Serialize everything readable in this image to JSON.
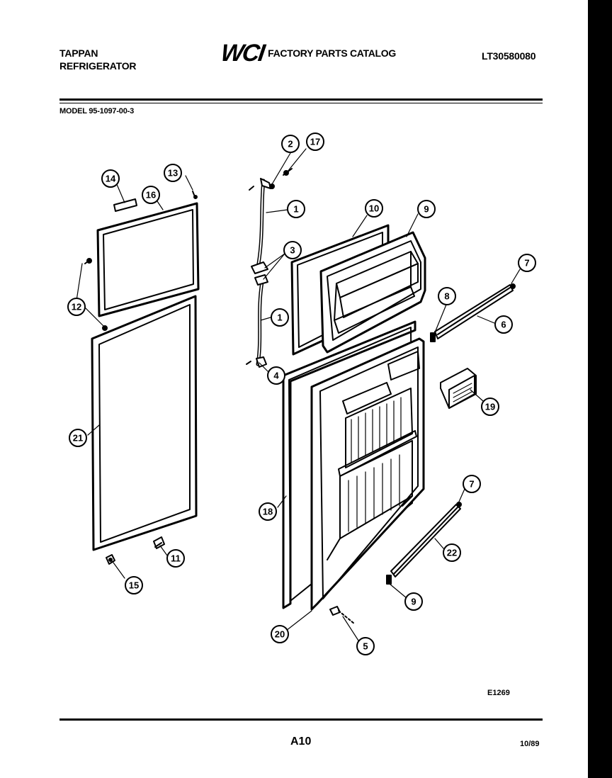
{
  "header": {
    "brand_line1": "TAPPAN",
    "brand_line2": "REFRIGERATOR",
    "logo": "WCI",
    "catalog_title": "FACTORY PARTS CATALOG",
    "catalog_number": "LT30580080"
  },
  "model_label": "MODEL 95-1097-00-3",
  "diagram_code": "E1269",
  "footer": {
    "page_id": "A10",
    "date_code": "10/89"
  },
  "callouts": [
    {
      "id": "callout-14",
      "label": "14"
    },
    {
      "id": "callout-13",
      "label": "13"
    },
    {
      "id": "callout-16",
      "label": "16"
    },
    {
      "id": "callout-12",
      "label": "12"
    },
    {
      "id": "callout-21",
      "label": "21"
    },
    {
      "id": "callout-11",
      "label": "11"
    },
    {
      "id": "callout-15",
      "label": "15"
    },
    {
      "id": "callout-2",
      "label": "2"
    },
    {
      "id": "callout-17",
      "label": "17"
    },
    {
      "id": "callout-1a",
      "label": "1"
    },
    {
      "id": "callout-3",
      "label": "3"
    },
    {
      "id": "callout-1b",
      "label": "1"
    },
    {
      "id": "callout-4",
      "label": "4"
    },
    {
      "id": "callout-10",
      "label": "10"
    },
    {
      "id": "callout-9a",
      "label": "9"
    },
    {
      "id": "callout-7a",
      "label": "7"
    },
    {
      "id": "callout-8",
      "label": "8"
    },
    {
      "id": "callout-6",
      "label": "6"
    },
    {
      "id": "callout-19",
      "label": "19"
    },
    {
      "id": "callout-18",
      "label": "18"
    },
    {
      "id": "callout-7b",
      "label": "7"
    },
    {
      "id": "callout-22",
      "label": "22"
    },
    {
      "id": "callout-9b",
      "label": "9"
    },
    {
      "id": "callout-20",
      "label": "20"
    },
    {
      "id": "callout-5",
      "label": "5"
    }
  ]
}
